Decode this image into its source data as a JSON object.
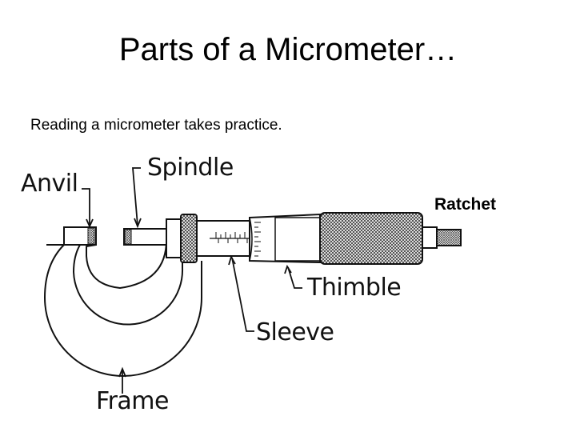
{
  "slide": {
    "title": "Parts of a Micrometer…",
    "subtitle": "Reading a micrometer takes practice."
  },
  "labels": {
    "anvil": "Anvil",
    "spindle": "Spindle",
    "ratchet": "Ratchet",
    "thimble": "Thimble",
    "sleeve": "Sleeve",
    "frame": "Frame"
  }
}
